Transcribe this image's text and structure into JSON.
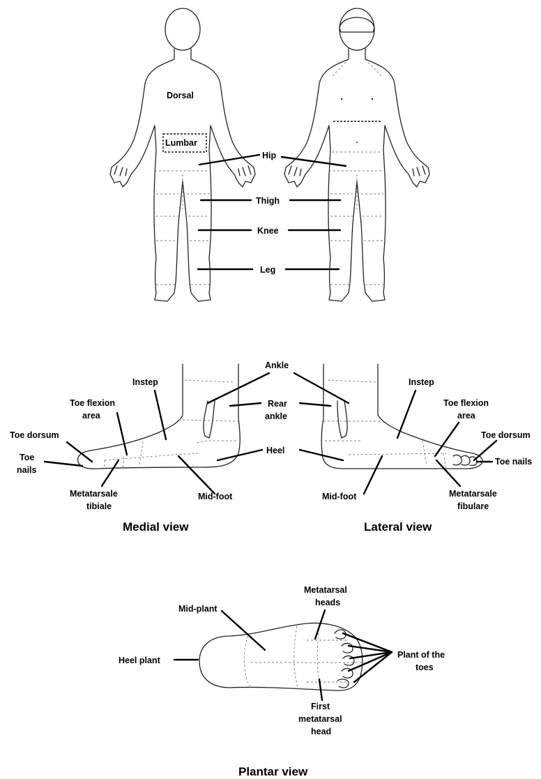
{
  "body_labels": {
    "dorsal": "Dorsal",
    "lumbar": "Lumbar",
    "hip": "Hip",
    "thigh": "Thigh",
    "knee": "Knee",
    "leg": "Leg"
  },
  "foot_labels": {
    "ankle": "Ankle",
    "rear_ankle_1": "Rear",
    "rear_ankle_2": "ankle",
    "instep_medial": "Instep",
    "instep_lateral": "Instep",
    "toe_flexion_medial_1": "Toe flexion",
    "toe_flexion_medial_2": "area",
    "toe_flexion_lateral_1": "Toe flexion",
    "toe_flexion_lateral_2": "area",
    "toe_dorsum_medial": "Toe dorsum",
    "toe_dorsum_lateral": "Toe dorsum",
    "toe_nails_medial_1": "Toe",
    "toe_nails_medial_2": "nails",
    "toe_nails_lateral": "Toe nails",
    "heel": "Heel",
    "metatarsale_tibiale_1": "Metatarsale",
    "metatarsale_tibiale_2": "tibiale",
    "metatarsale_fibulare_1": "Metatarsale",
    "metatarsale_fibulare_2": "fibulare",
    "midfoot_medial": "Mid-foot",
    "midfoot_lateral": "Mid-foot",
    "medial_view": "Medial view",
    "lateral_view": "Lateral view"
  },
  "plantar_labels": {
    "metatarsal_heads_1": "Metatarsal",
    "metatarsal_heads_2": "heads",
    "mid_plant": "Mid-plant",
    "heel_plant": "Heel plant",
    "plant_toes_1": "Plant of the",
    "plant_toes_2": "toes",
    "first_head_1": "First",
    "first_head_2": "metatarsal",
    "first_head_3": "head",
    "plantar_view": "Plantar view"
  }
}
